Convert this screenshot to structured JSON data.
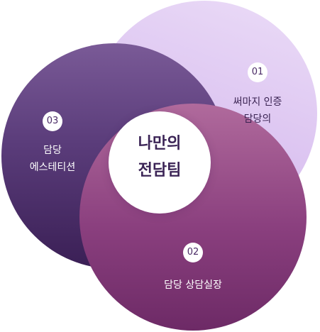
{
  "colors": {
    "circle_top": "#dcc4f1",
    "circle_left": "#5a3c7a",
    "circle_bottom": "#8a3f7e",
    "center_fill": "#ffffff",
    "center_text": "#3b2456",
    "badge_text": "#4a2a66"
  },
  "center": {
    "line1": "나만의",
    "line2": "전담팀"
  },
  "nodes": [
    {
      "number": "01",
      "line1": "써마지 인증",
      "line2": "담당의",
      "text_color": "#3a2352"
    },
    {
      "number": "02",
      "line1": "담당 상담실장",
      "line2": "",
      "text_color": "#ffffff"
    },
    {
      "number": "03",
      "line1": "담당",
      "line2": "에스테티션",
      "text_color": "#ffffff"
    }
  ]
}
